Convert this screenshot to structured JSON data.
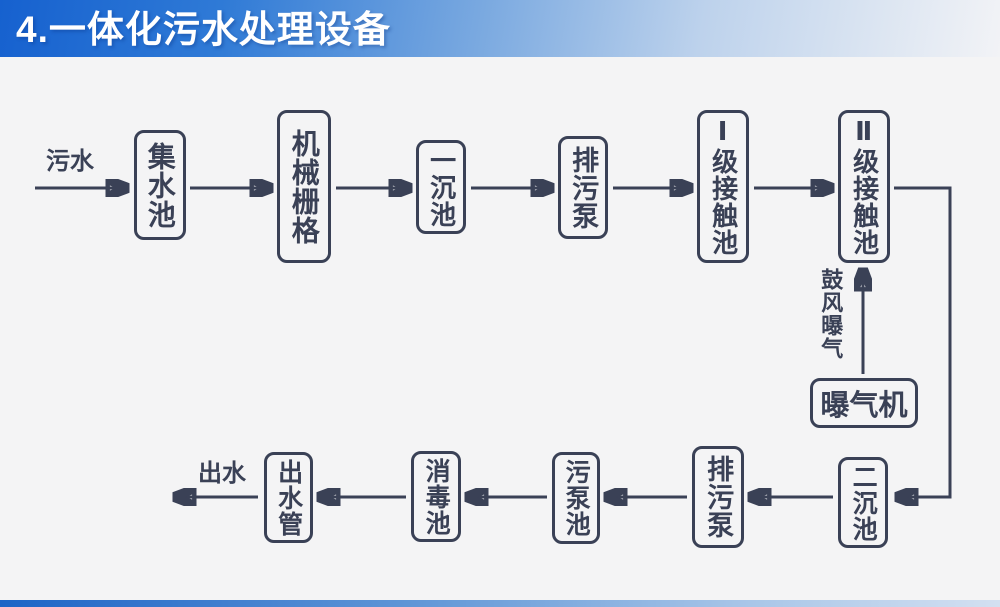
{
  "header": {
    "title": "4.一体化污水处理设备"
  },
  "diagram": {
    "inflow_label": "污水",
    "outflow_label": "出水",
    "aeration_label": "鼓风曝气",
    "nodes": {
      "collection_tank": "集水池",
      "mechanical_grid": "机械栅格",
      "primary_sedimentation_tank": "一沉池",
      "sewage_pump_top": "排污泵",
      "stage1_contact_tank": "Ⅰ级接触池",
      "stage2_contact_tank": "Ⅱ级接触池",
      "aerator": "曝气机",
      "secondary_sedimentation_tank": "二沉池",
      "sewage_pump_bottom": "排污泵",
      "sludge_pump_tank": "污泵池",
      "disinfection_tank": "消毒池",
      "outlet_pipe": "出水管"
    }
  },
  "colors": {
    "line": "#3a4156",
    "background": "#f4f4f5",
    "header_blue": "#1661cf",
    "header_fade": "#f2f3f6",
    "title_text": "#ffffff",
    "footer_blue": "#1d64c6"
  }
}
